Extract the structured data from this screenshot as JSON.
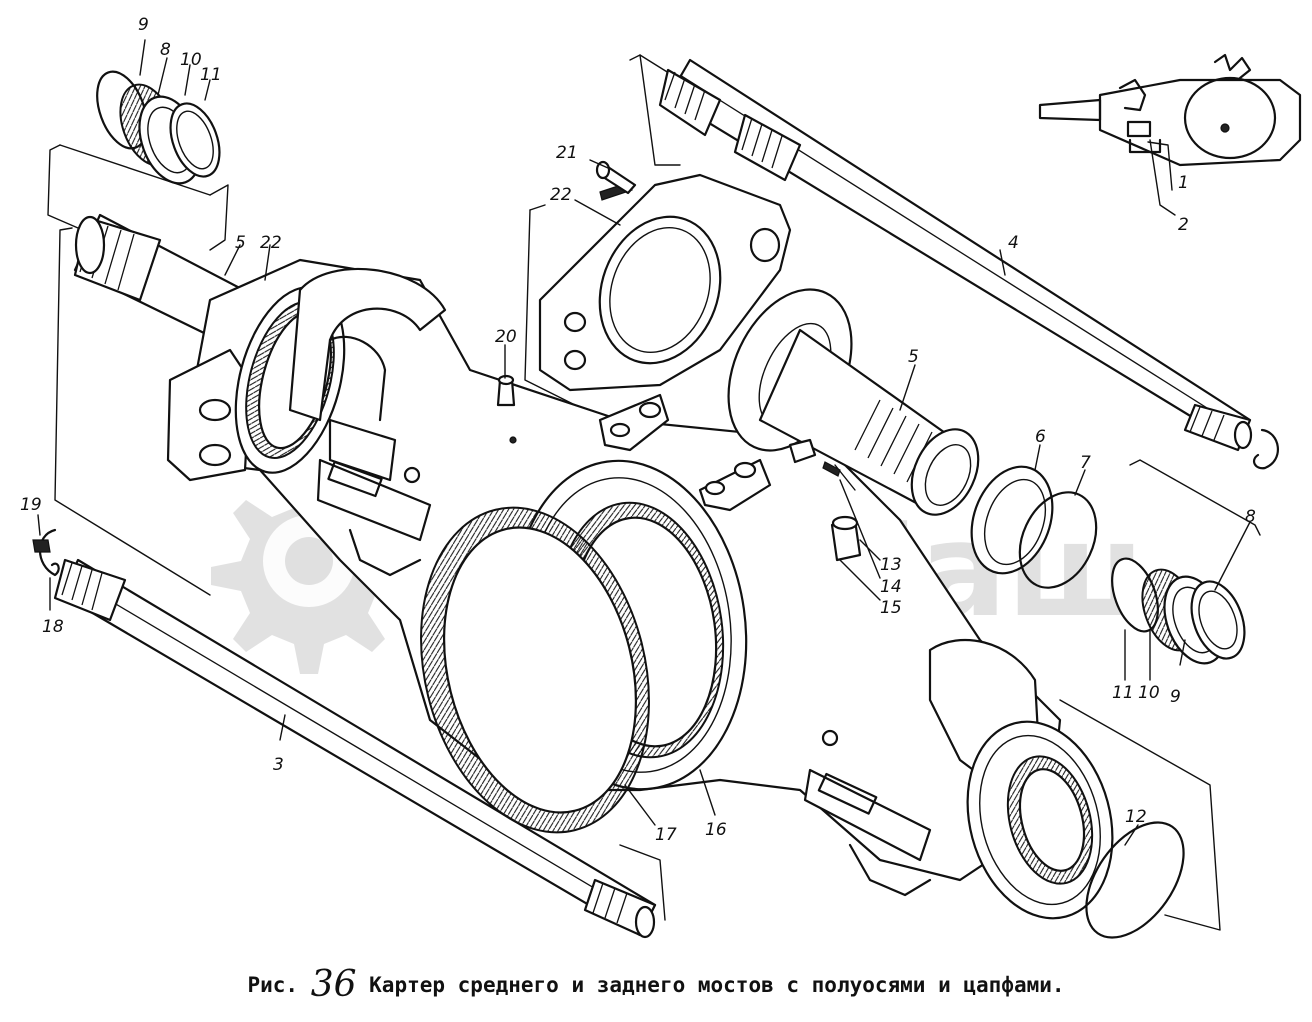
{
  "caption": {
    "prefix": "Рис.",
    "figure_number": "36",
    "title": "Картер среднего и заднего мостов с полуосями и цапфами."
  },
  "watermark": {
    "text": "СпецМаш"
  },
  "part_labels": {
    "p1": "1",
    "p2": "2",
    "p3": "3",
    "p4": "4",
    "p5a": "5",
    "p5b": "5",
    "p6": "6",
    "p7": "7",
    "p8a": "8",
    "p8b": "8",
    "p9a": "9",
    "p9b": "9",
    "p10a": "10",
    "p10b": "10",
    "p11a": "11",
    "p11b": "11",
    "p12": "12",
    "p13": "13",
    "p14": "14",
    "p15": "15",
    "p16": "16",
    "p17": "17",
    "p18": "18",
    "p19": "19",
    "p20": "20",
    "p21": "21",
    "p22a": "22",
    "p22b": "22"
  },
  "colors": {
    "line": "#111111",
    "watermark": "#c9c9c9",
    "background": "#ffffff"
  }
}
